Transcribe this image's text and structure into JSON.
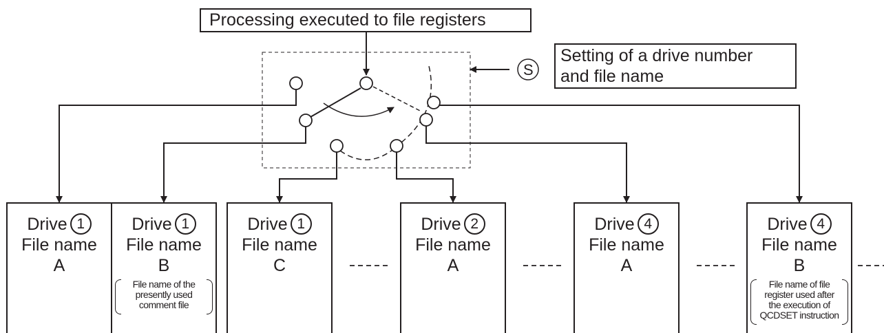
{
  "top_label": "Processing executed to file registers",
  "setting_label_line1": "Setting of a drive number",
  "setting_label_line2": "and file name",
  "operand_symbol": "S",
  "drive_word": "Drive",
  "file_name_word": "File name",
  "gap_marker": "-----",
  "drives": [
    {
      "number": "1",
      "file": "A",
      "note": []
    },
    {
      "number": "1",
      "file": "B",
      "note": [
        "File name of the",
        "presently used",
        "comment file"
      ]
    },
    {
      "number": "1",
      "file": "C",
      "note": []
    },
    {
      "number": "2",
      "file": "A",
      "note": []
    },
    {
      "number": "4",
      "file": "A",
      "note": []
    },
    {
      "number": "4",
      "file": "B",
      "note": [
        "File name of file",
        "register used after",
        "the execution of",
        "QCDSET instruction"
      ]
    }
  ]
}
